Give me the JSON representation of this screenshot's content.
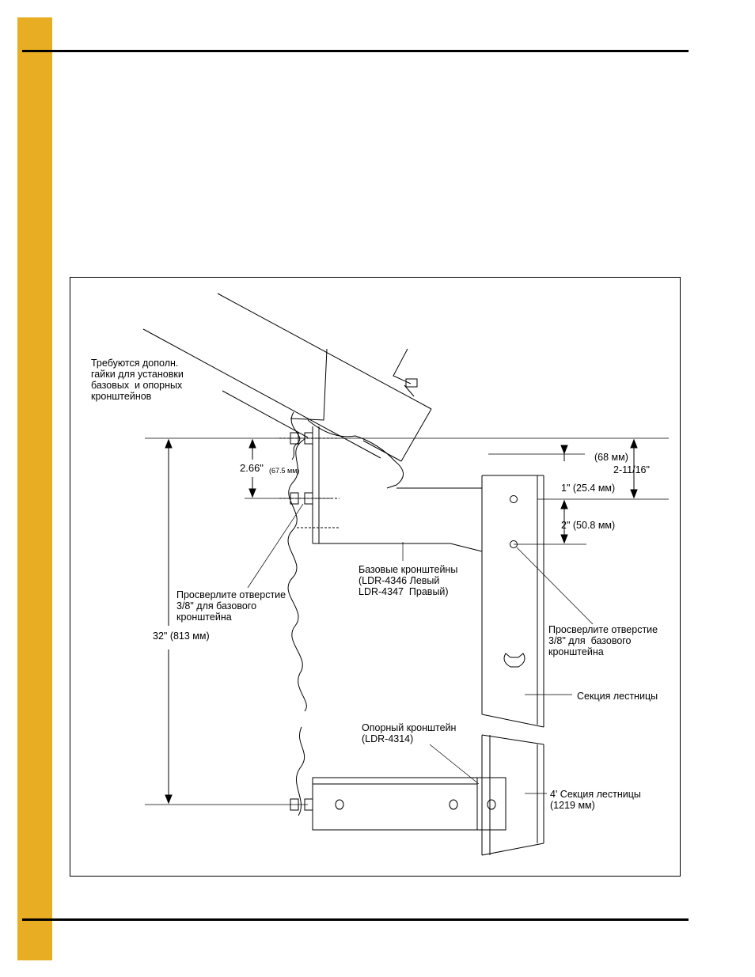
{
  "colors": {
    "accent_bar": "#e8ad23",
    "line": "#000000"
  },
  "figure": {
    "note_nuts": "Требуются дополн.\nгайки для установки\nбазовых  и опорных\nкронштейнов",
    "dim_266": "2.66\"",
    "dim_266_mm": "(67.5 мм)",
    "dim_68mm": "(68 мм)",
    "dim_21116": "2-11/16\"",
    "dim_1in": "1\" (25.4 мм)",
    "dim_2in": "2\" (50.8 мм)",
    "base_brackets": "Базовые кронштейны\n(LDR-4346 Левый\nLDR-4347  Правый)",
    "drill_left": "Просверлите отверстие\n3/8\" для базового\nкронштейна",
    "dim_32": "32\" (813 мм)",
    "drill_right": "Просверлите отверстие\n3/8\" для  базового\nкронштейна",
    "ladder_section": "Секция лестницы",
    "support_bracket": "Опорный кронштейн\n(LDR-4314)",
    "ladder_4ft": "4' Секция лестницы\n(1219 мм)"
  }
}
